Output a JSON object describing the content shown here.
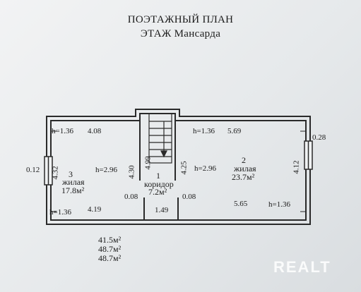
{
  "title": "ПОЭТАЖНЫЙ ПЛАН",
  "subtitle": "ЭТАЖ Мансарда",
  "rooms": [
    {
      "id": "room3",
      "number": "3",
      "type": "жилая",
      "area": "17.8м²",
      "height": "h=2.96"
    },
    {
      "id": "room1",
      "number": "1",
      "type": "коридор",
      "area": "7.2м²",
      "height": ""
    },
    {
      "id": "room2",
      "number": "2",
      "type": "жилая",
      "area": "23.7м²",
      "height": "h=2.96"
    }
  ],
  "dimensions": {
    "top_left_h": "h=1.36",
    "top_left_len": "4.08",
    "top_right_h": "h=1.36",
    "top_right_len": "5.69",
    "bottom_left_h": "h=1.36",
    "bottom_left_len": "4.19",
    "bottom_right_h": "h=1.36",
    "bottom_right_len": "5.65",
    "left_window": "0.12",
    "left_wall": "4.32",
    "right_window": "0.28",
    "right_wall": "4.12",
    "corridor_left_wall": "4.30",
    "stair_wall": "4.99",
    "corridor_right_wall": "4.25",
    "corridor_left_niche": "0.08",
    "corridor_right_niche": "0.08",
    "corridor_bottom": "1.49"
  },
  "totals": [
    "41.5м²",
    "48.7м²",
    "48.7м²"
  ],
  "watermark": "REALT"
}
